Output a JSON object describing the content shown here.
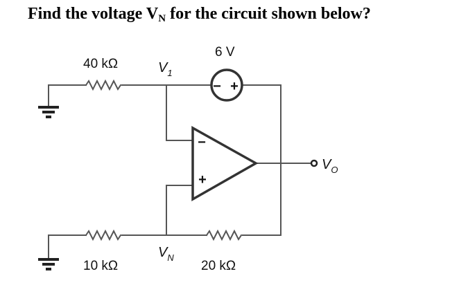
{
  "question": {
    "prefix": "Find the voltage V",
    "subscript": "N",
    "suffix": " for the circuit shown below?"
  },
  "circuit": {
    "r1_label": "40 kΩ",
    "r2_label": "10 kΩ",
    "r3_label": "20 kΩ",
    "source_label": "6 V",
    "source_minus": "−",
    "source_plus": "+",
    "v1_main": "V",
    "v1_sub": "1",
    "vn_main": "V",
    "vn_sub": "N",
    "vo_main": "V",
    "vo_sub": "O",
    "opamp_minus": "−",
    "opamp_plus": "+"
  }
}
